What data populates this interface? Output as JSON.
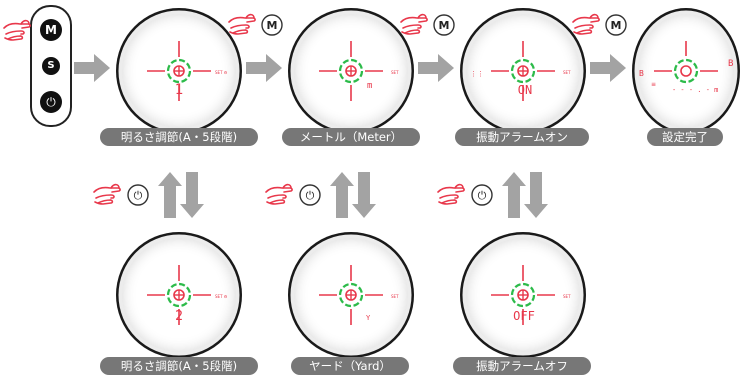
{
  "device": {
    "buttons": [
      "M",
      "S",
      "⏻"
    ]
  },
  "press_labels": {
    "mode": "M",
    "power": "⏻"
  },
  "displays": {
    "d1": {
      "readout": "1",
      "side": "SET ⚙"
    },
    "d2": {
      "readout": "m",
      "side": "SET"
    },
    "d3": {
      "readout": "ON",
      "side": "SET"
    },
    "d4": {
      "readout": "- - - . - m",
      "left_a": "B",
      "left_b": "≡",
      "right": "B"
    },
    "d5": {
      "readout": "2",
      "side": "SET ⚙"
    },
    "d6": {
      "readout": "Y",
      "side": "SET"
    },
    "d7": {
      "readout": "OFF",
      "side": "SET"
    }
  },
  "captions": {
    "c1": "明るさ調節(A・5段階)",
    "c2": "メートル（Meter）",
    "c3": "振動アラームオン",
    "c4": "設定完了",
    "c5": "明るさ調節(A・5段階)",
    "c6": "ヤード（Yard）",
    "c7": "振動アラームオフ"
  },
  "colors": {
    "reticle_red": "#e8384b",
    "reticle_green": "#2dbb4a",
    "arrow_gray": "#a3a3a3",
    "caption_bg": "#777777",
    "hand_red": "#e8384b"
  }
}
